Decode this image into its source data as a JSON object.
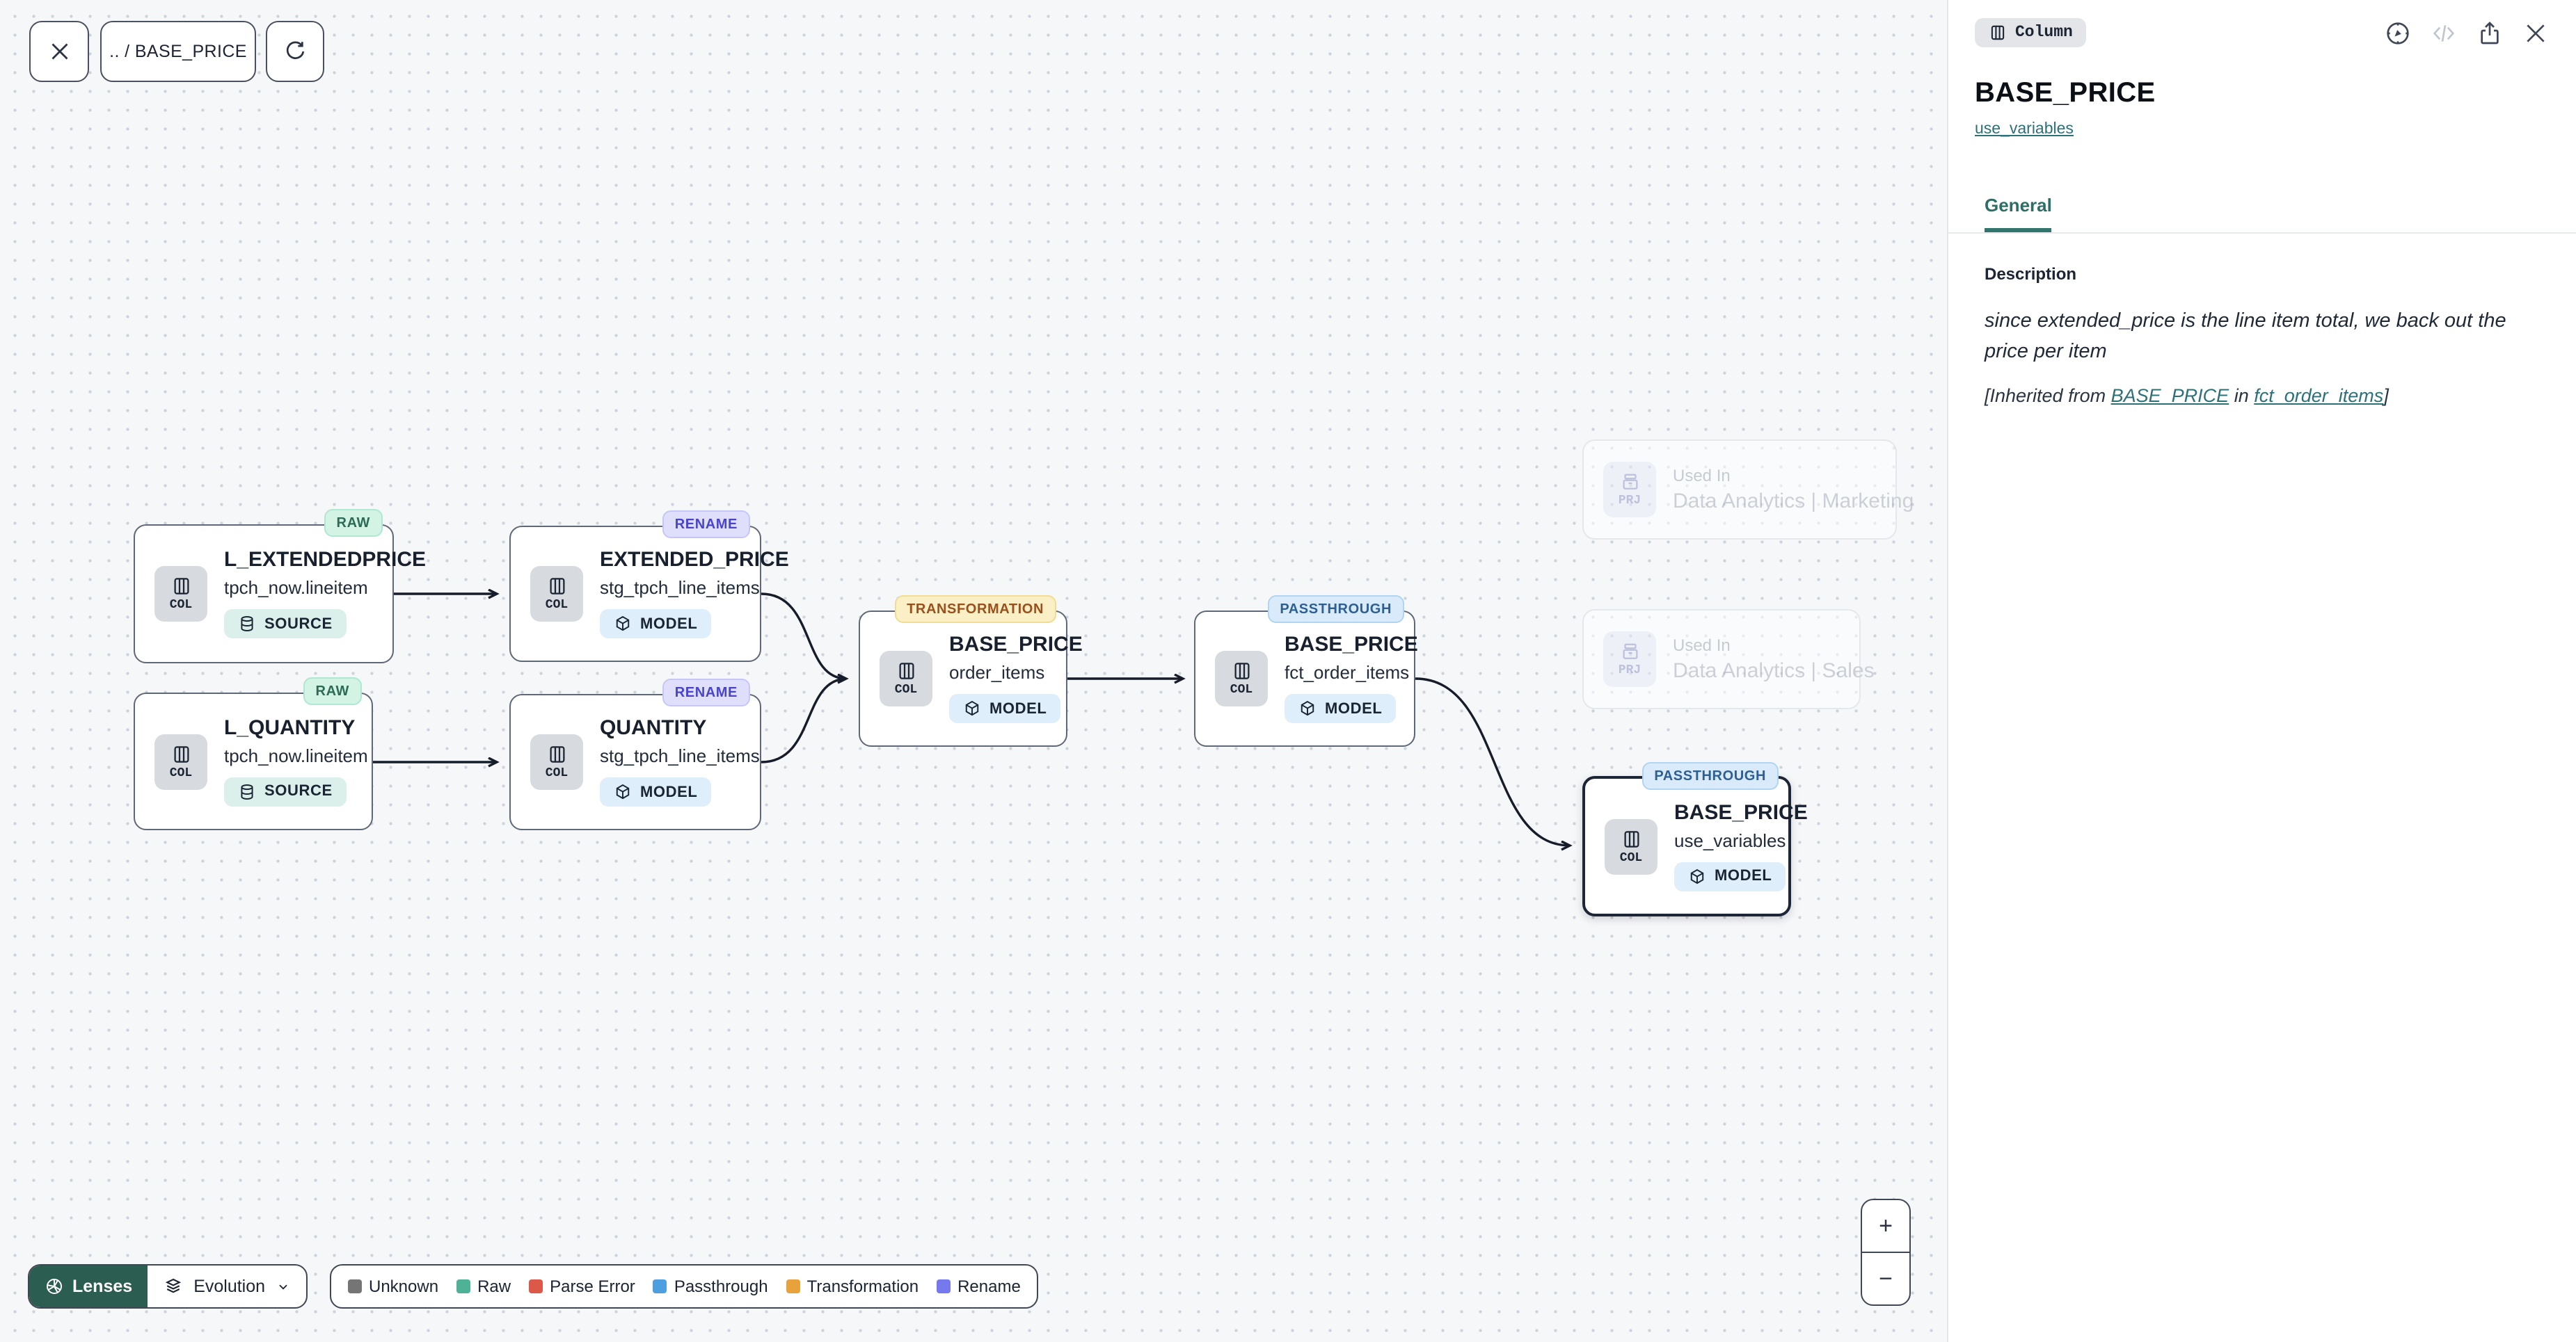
{
  "toolbar": {
    "breadcrumb": ".. / BASE_PRICE"
  },
  "nodes": [
    {
      "title": "L_EXTENDEDPRICE",
      "subtitle": "tpch_now.lineitem",
      "badge": "RAW",
      "type_label": "COL",
      "kind": "SOURCE"
    },
    {
      "title": "L_QUANTITY",
      "subtitle": "tpch_now.lineitem",
      "badge": "RAW",
      "type_label": "COL",
      "kind": "SOURCE"
    },
    {
      "title": "EXTENDED_PRICE",
      "subtitle": "stg_tpch_line_items",
      "badge": "RENAME",
      "type_label": "COL",
      "kind": "MODEL"
    },
    {
      "title": "QUANTITY",
      "subtitle": "stg_tpch_line_items",
      "badge": "RENAME",
      "type_label": "COL",
      "kind": "MODEL"
    },
    {
      "title": "BASE_PRICE",
      "subtitle": "order_items",
      "badge": "TRANSFORMATION",
      "type_label": "COL",
      "kind": "MODEL"
    },
    {
      "title": "BASE_PRICE",
      "subtitle": "fct_order_items",
      "badge": "PASSTHROUGH",
      "type_label": "COL",
      "kind": "MODEL"
    },
    {
      "title": "BASE_PRICE",
      "subtitle": "use_variables",
      "badge": "PASSTHROUGH",
      "type_label": "COL",
      "kind": "MODEL",
      "selected": true
    }
  ],
  "used_in": [
    {
      "label": "Used In",
      "name": "Data Analytics | Marketing",
      "type_label": "PRJ"
    },
    {
      "label": "Used In",
      "name": "Data Analytics | Sales",
      "type_label": "PRJ"
    }
  ],
  "lenses": {
    "button_label": "Lenses",
    "selected_lens": "Evolution"
  },
  "legend": [
    {
      "label": "Unknown",
      "color": "#757575"
    },
    {
      "label": "Raw",
      "color": "#4eb396"
    },
    {
      "label": "Parse Error",
      "color": "#dc5849"
    },
    {
      "label": "Passthrough",
      "color": "#4e9fe0"
    },
    {
      "label": "Transformation",
      "color": "#e8a23c"
    },
    {
      "label": "Rename",
      "color": "#7678ee"
    }
  ],
  "zoom_controls": {
    "zoom_in": "+",
    "zoom_out": "−"
  },
  "panel": {
    "chip": "Column",
    "title": "BASE_PRICE",
    "model_link": "use_variables",
    "tab": "General",
    "description_label": "Description",
    "description_text": "since extended_price is the line item total, we back out the price per item",
    "inherited_prefix": "[Inherited from ",
    "inherited_link1": "BASE_PRICE",
    "inherited_middle": " in ",
    "inherited_link2": "fct_order_items",
    "inherited_suffix": "]"
  },
  "colors": {
    "accent_teal": "#2c7078",
    "lenses_green": "#2b5d50",
    "selection_border": "#1d2636",
    "edge": "#161c29"
  },
  "icons": [
    "close-icon",
    "refresh-icon",
    "columns-icon",
    "database-icon",
    "cube-icon",
    "archive-icon",
    "compass-icon",
    "code-icon",
    "share-icon",
    "aperture-icon",
    "layers-icon",
    "chevron-down-icon",
    "plus-icon",
    "minus-icon"
  ]
}
